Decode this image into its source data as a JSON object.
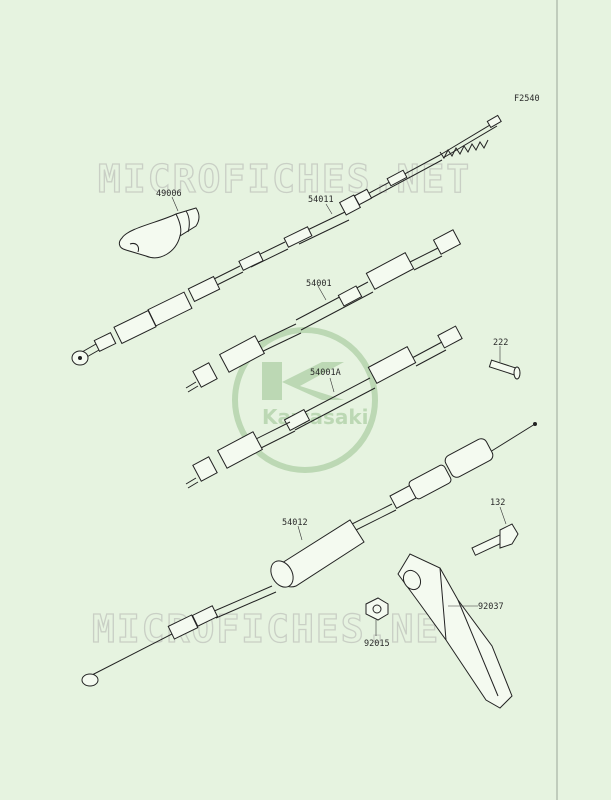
{
  "diagram_code": "F2540",
  "watermark_text": "MICROFICHES.NET",
  "logo_text": "Kawasaki",
  "parts": {
    "cover": "49006",
    "throttle_cable": "54011",
    "speedometer_cable": "54001",
    "tachometer_cable": "54001A",
    "screw": "222",
    "clutch_cable": "54012",
    "bolt": "132",
    "bracket": "92037",
    "nut": "92015"
  },
  "colors": {
    "background": "#e6f3e0",
    "line": "#222222",
    "watermark": "#c9cfc5",
    "logo": "#bcd8b4"
  }
}
